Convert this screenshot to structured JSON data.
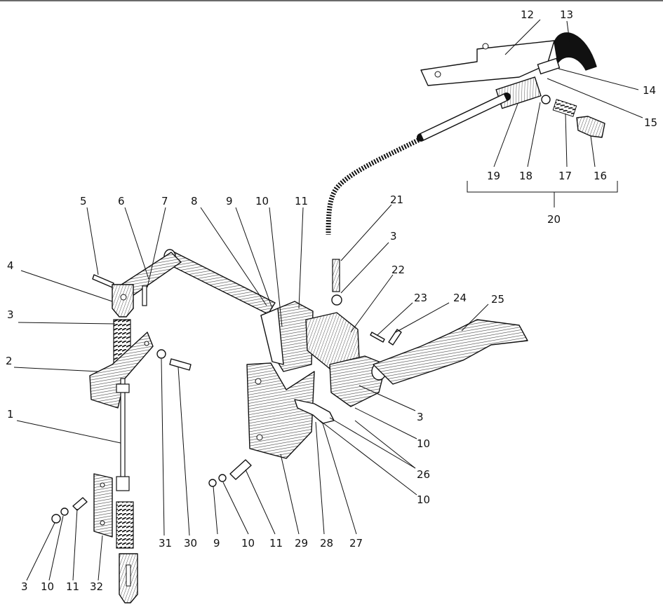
{
  "callouts": {
    "c1": "1",
    "c2": "2",
    "c3a": "3",
    "c3b": "3",
    "c3c": "3",
    "c3d": "3",
    "c4": "4",
    "c5": "5",
    "c6": "6",
    "c7": "7",
    "c8": "8",
    "c9a": "9",
    "c9b": "9",
    "c10a": "10",
    "c10b": "10",
    "c10c": "10",
    "c10d": "10",
    "c10e": "10",
    "c11a": "11",
    "c11b": "11",
    "c11c": "11",
    "c12": "12",
    "c13": "13",
    "c14": "14",
    "c15": "15",
    "c16": "16",
    "c17": "17",
    "c18": "18",
    "c19": "19",
    "c20": "20",
    "c21": "21",
    "c22": "22",
    "c23": "23",
    "c24": "24",
    "c25": "25",
    "c26": "26",
    "c27": "27",
    "c28": "28",
    "c29": "29",
    "c30": "30",
    "c31": "31",
    "c32": "32"
  },
  "colors": {
    "ink": "#111111",
    "paper": "#ffffff",
    "hatch": "#d4d4d4"
  }
}
